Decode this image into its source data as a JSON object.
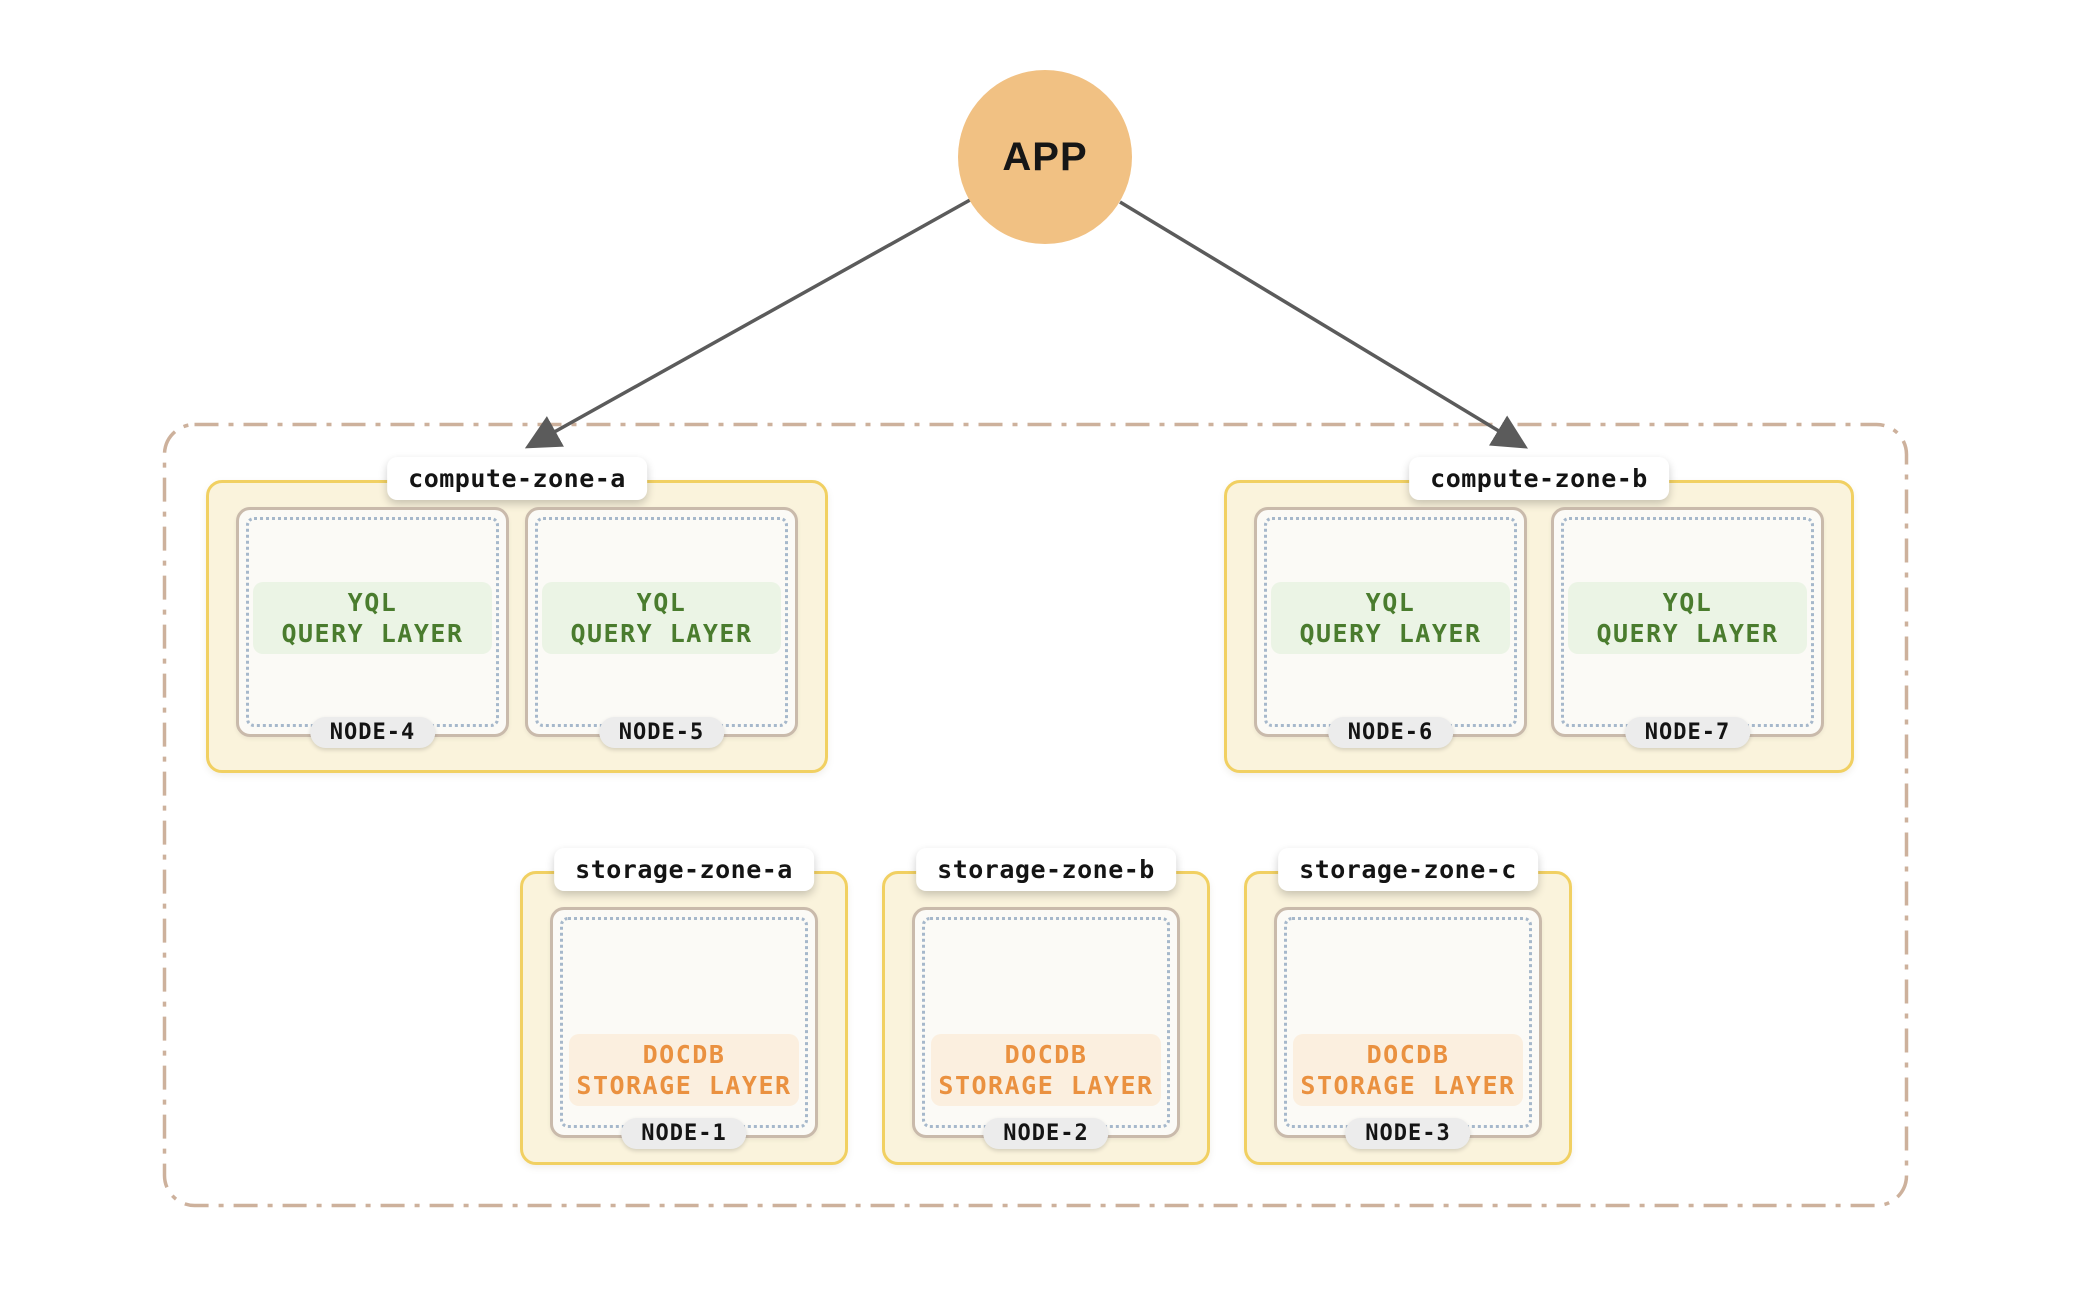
{
  "app": {
    "label": "APP"
  },
  "colors": {
    "app_circle": "#F1C183",
    "zone_border": "#F1D062",
    "zone_fill": "#FAF3DC",
    "card_border": "#C9BAAB",
    "card_fill": "#FBFAF6",
    "dotted_border": "#A6B8CB",
    "cluster_dash_border": "#CDB19C",
    "arrow": "#5B5B5B",
    "yql_text": "#4A7C2E",
    "yql_bg": "#EBF4E5",
    "docdb_text": "#EA9140",
    "docdb_bg": "#FBEFDF",
    "node_pill_bg": "#ECECEC",
    "tab_bg": "#FFFFFF"
  },
  "zones": {
    "compute": [
      {
        "label": "compute-zone-a",
        "nodes": [
          {
            "name": "NODE-4",
            "layer_line1": "YQL",
            "layer_line2": "QUERY LAYER"
          },
          {
            "name": "NODE-5",
            "layer_line1": "YQL",
            "layer_line2": "QUERY LAYER"
          }
        ]
      },
      {
        "label": "compute-zone-b",
        "nodes": [
          {
            "name": "NODE-6",
            "layer_line1": "YQL",
            "layer_line2": "QUERY LAYER"
          },
          {
            "name": "NODE-7",
            "layer_line1": "YQL",
            "layer_line2": "QUERY LAYER"
          }
        ]
      }
    ],
    "storage": [
      {
        "label": "storage-zone-a",
        "nodes": [
          {
            "name": "NODE-1",
            "layer_line1": "DOCDB",
            "layer_line2": "STORAGE LAYER"
          }
        ]
      },
      {
        "label": "storage-zone-b",
        "nodes": [
          {
            "name": "NODE-2",
            "layer_line1": "DOCDB",
            "layer_line2": "STORAGE LAYER"
          }
        ]
      },
      {
        "label": "storage-zone-c",
        "nodes": [
          {
            "name": "NODE-3",
            "layer_line1": "DOCDB",
            "layer_line2": "STORAGE LAYER"
          }
        ]
      }
    ]
  }
}
